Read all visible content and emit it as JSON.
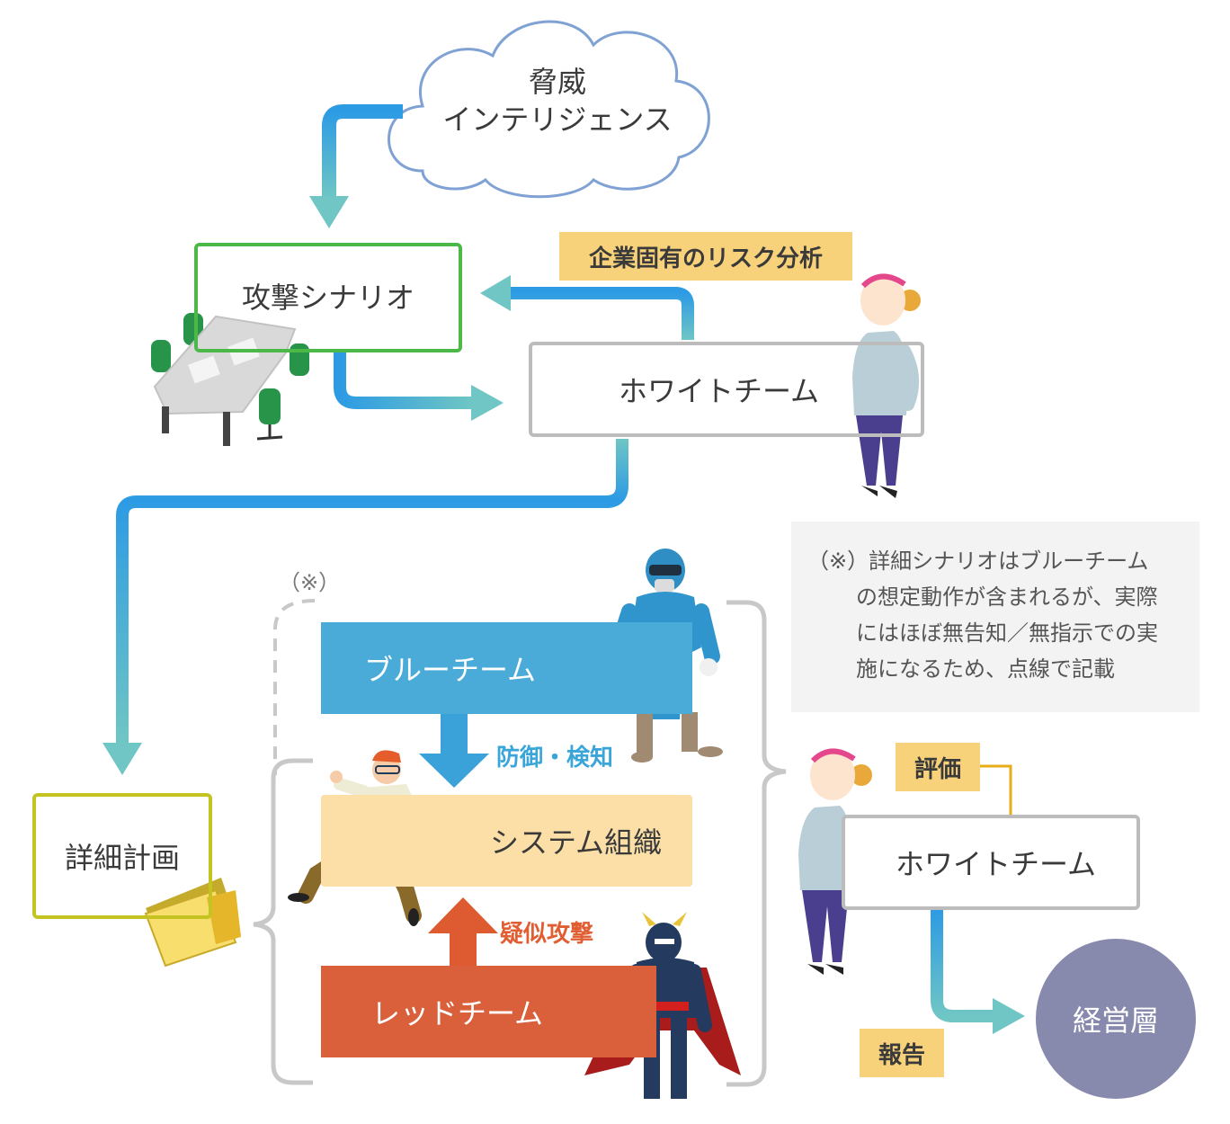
{
  "cloud": {
    "line1": "脅威",
    "line2": "インテリジェンス"
  },
  "attack_scenario": "攻撃シナリオ",
  "risk_tag": "企業固有のリスク分析",
  "white_team_top": "ホワイトチーム",
  "detailed_plan": "詳細計画",
  "note_mark": "（※）",
  "note_lines": [
    "（※）詳細シナリオはブルーチーム",
    "の想定動作が含まれるが、実際",
    "にはほぼ無告知／無指示での実",
    "施になるため、点線で記載"
  ],
  "blue_team": "ブルーチーム",
  "defense_label": "防御・検知",
  "system_org": "システム組織",
  "attack_label": "疑似攻撃",
  "red_team": "レッドチーム",
  "evaluation_tag": "評価",
  "white_team_bottom": "ホワイトチーム",
  "report_tag": "報告",
  "management": "経営層",
  "colors": {
    "blue_arrow": "#2d9be4",
    "teal_arrow": "#6fc6c4",
    "green_border": "#4cb848",
    "olive_border": "#c4c321",
    "gray_border": "#bcbcbc",
    "blue_band": "#4aabd8",
    "system_band": "#fbdfa6",
    "red_band": "#d9603b",
    "tag_yellow": "#f8d27a",
    "management_circle": "#8789ad",
    "defense_text": "#3aa5d8",
    "attack_text": "#e05e32"
  }
}
